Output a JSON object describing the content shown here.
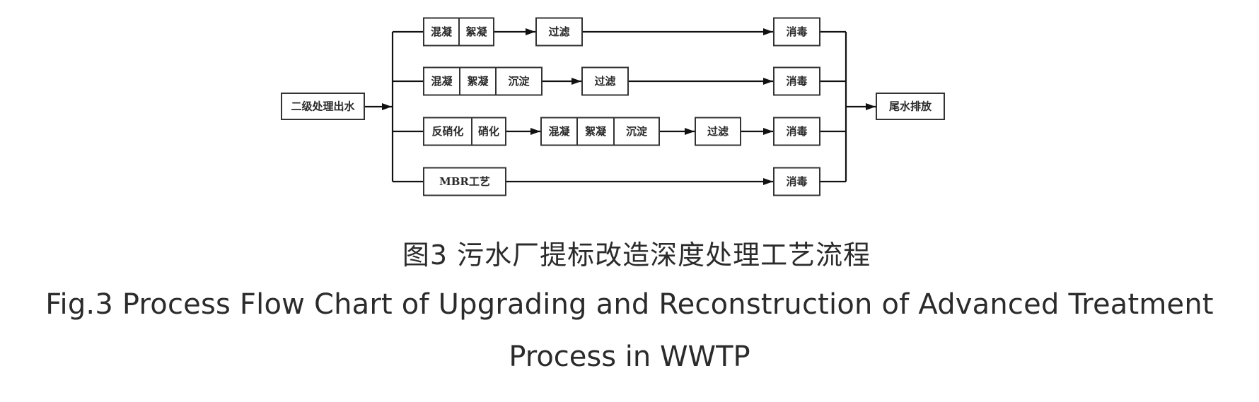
{
  "figure": {
    "caption_zh": "图3 污水厂提标改造深度处理工艺流程",
    "caption_en_line1": "Fig.3 Process Flow Chart of Upgrading and Reconstruction of Advanced Treatment",
    "caption_en_line2": "Process in WWTP"
  },
  "diagram": {
    "source": {
      "id": "src",
      "label": "二级处理出水"
    },
    "sink": {
      "id": "sink",
      "label": "尾水排放"
    },
    "branches": [
      {
        "id": "branch-1",
        "stages": [
          {
            "id": "b1s1",
            "cells": [
              "混凝",
              "絮凝"
            ]
          },
          {
            "id": "b1s2",
            "cells": [
              "过滤"
            ]
          },
          {
            "id": "b1s3",
            "cells": [
              "消毒"
            ]
          }
        ]
      },
      {
        "id": "branch-2",
        "stages": [
          {
            "id": "b2s1",
            "cells": [
              "混凝",
              "絮凝",
              "沉淀"
            ]
          },
          {
            "id": "b2s2",
            "cells": [
              "过滤"
            ]
          },
          {
            "id": "b2s3",
            "cells": [
              "消毒"
            ]
          }
        ]
      },
      {
        "id": "branch-3",
        "stages": [
          {
            "id": "b3s1",
            "cells": [
              "反硝化",
              "硝化"
            ]
          },
          {
            "id": "b3s2",
            "cells": [
              "混凝",
              "絮凝",
              "沉淀"
            ]
          },
          {
            "id": "b3s3",
            "cells": [
              "过滤"
            ]
          },
          {
            "id": "b3s4",
            "cells": [
              "消毒"
            ]
          }
        ]
      },
      {
        "id": "branch-4",
        "stages": [
          {
            "id": "b4s1",
            "cells": [
              "MBR工艺"
            ]
          },
          {
            "id": "b4s2",
            "cells": [
              "消毒"
            ]
          }
        ]
      }
    ],
    "edges": [
      {
        "from": "src",
        "to": "split"
      },
      {
        "from": "split",
        "to": "b1s1"
      },
      {
        "from": "b1s1",
        "to": "b1s2"
      },
      {
        "from": "b1s2",
        "to": "b1s3"
      },
      {
        "from": "b1s3",
        "to": "merge"
      },
      {
        "from": "split",
        "to": "b2s1"
      },
      {
        "from": "b2s1",
        "to": "b2s2"
      },
      {
        "from": "b2s2",
        "to": "b2s3"
      },
      {
        "from": "b2s3",
        "to": "merge"
      },
      {
        "from": "split",
        "to": "b3s1"
      },
      {
        "from": "b3s1",
        "to": "b3s2"
      },
      {
        "from": "b3s2",
        "to": "b3s3"
      },
      {
        "from": "b3s3",
        "to": "b3s4"
      },
      {
        "from": "b3s4",
        "to": "merge"
      },
      {
        "from": "split",
        "to": "b4s1"
      },
      {
        "from": "b4s1",
        "to": "b4s2"
      },
      {
        "from": "b4s2",
        "to": "merge"
      },
      {
        "from": "merge",
        "to": "sink"
      }
    ]
  }
}
